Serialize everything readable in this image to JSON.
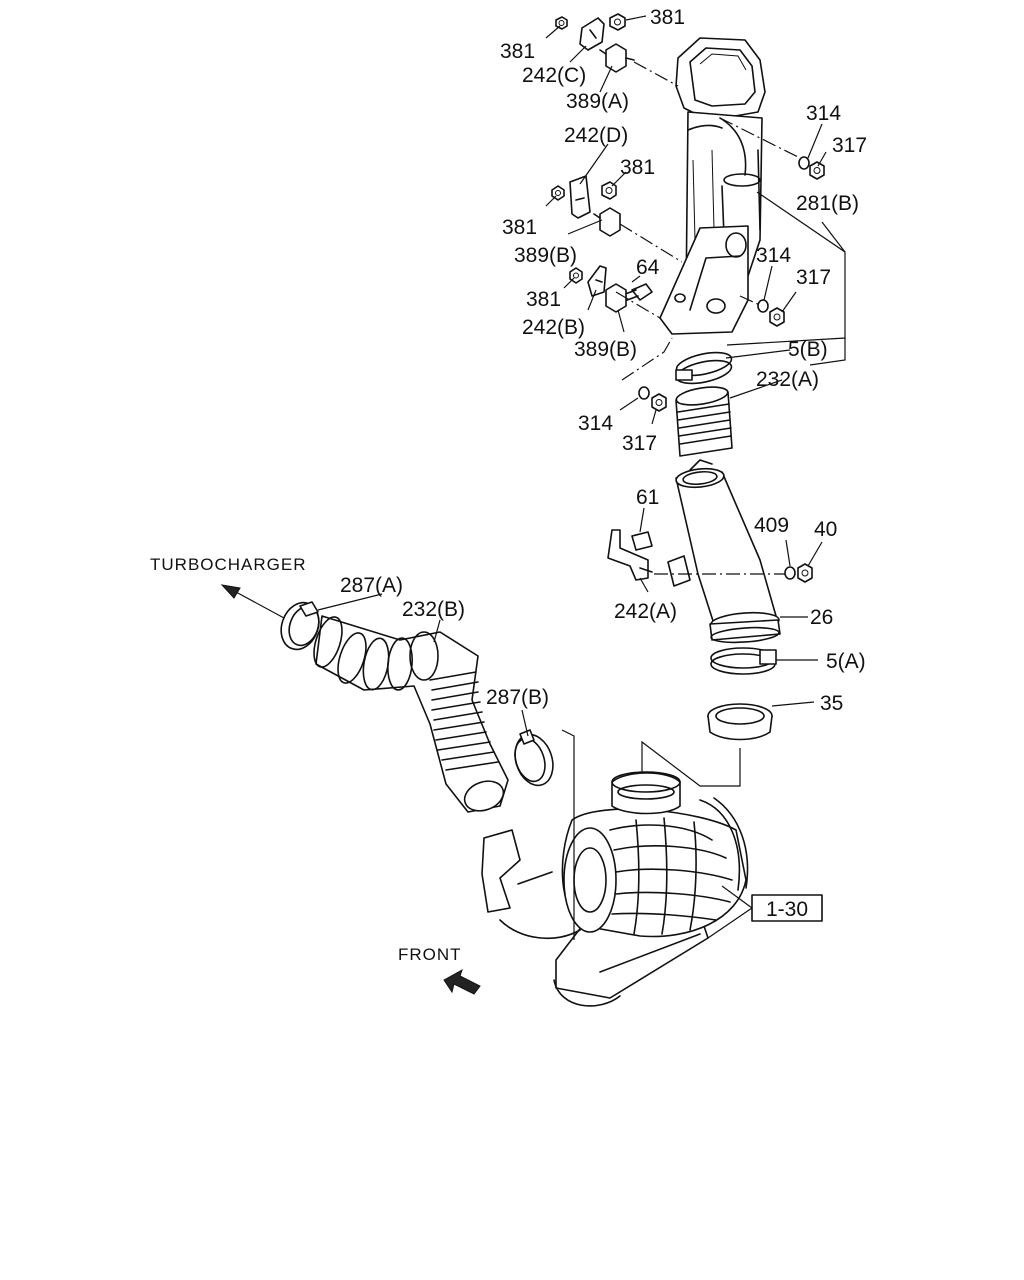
{
  "diagram": {
    "captions": {
      "turbocharger": "TURBOCHARGER",
      "front": "FRONT"
    },
    "reference_box": "1-30",
    "callouts": {
      "c381_a": "381",
      "c381_b": "381",
      "c242c": "242(C)",
      "c389a": "389(A)",
      "c242d": "242(D)",
      "c381_c": "381",
      "c381_d": "381",
      "c389b_a": "389(B)",
      "c381_e": "381",
      "c64": "64",
      "c242b": "242(B)",
      "c389b_b": "389(B)",
      "c314_a": "314",
      "c317_a": "317",
      "c281b": "281(B)",
      "c314_b": "314",
      "c317_b": "317",
      "c5b": "5(B)",
      "c232a": "232(A)",
      "c314_c": "314",
      "c317_c": "317",
      "c61": "61",
      "c409": "409",
      "c40": "40",
      "c242a": "242(A)",
      "c26": "26",
      "c5a": "5(A)",
      "c35": "35",
      "c287a": "287(A)",
      "c232b": "232(B)",
      "c287b": "287(B)"
    }
  }
}
